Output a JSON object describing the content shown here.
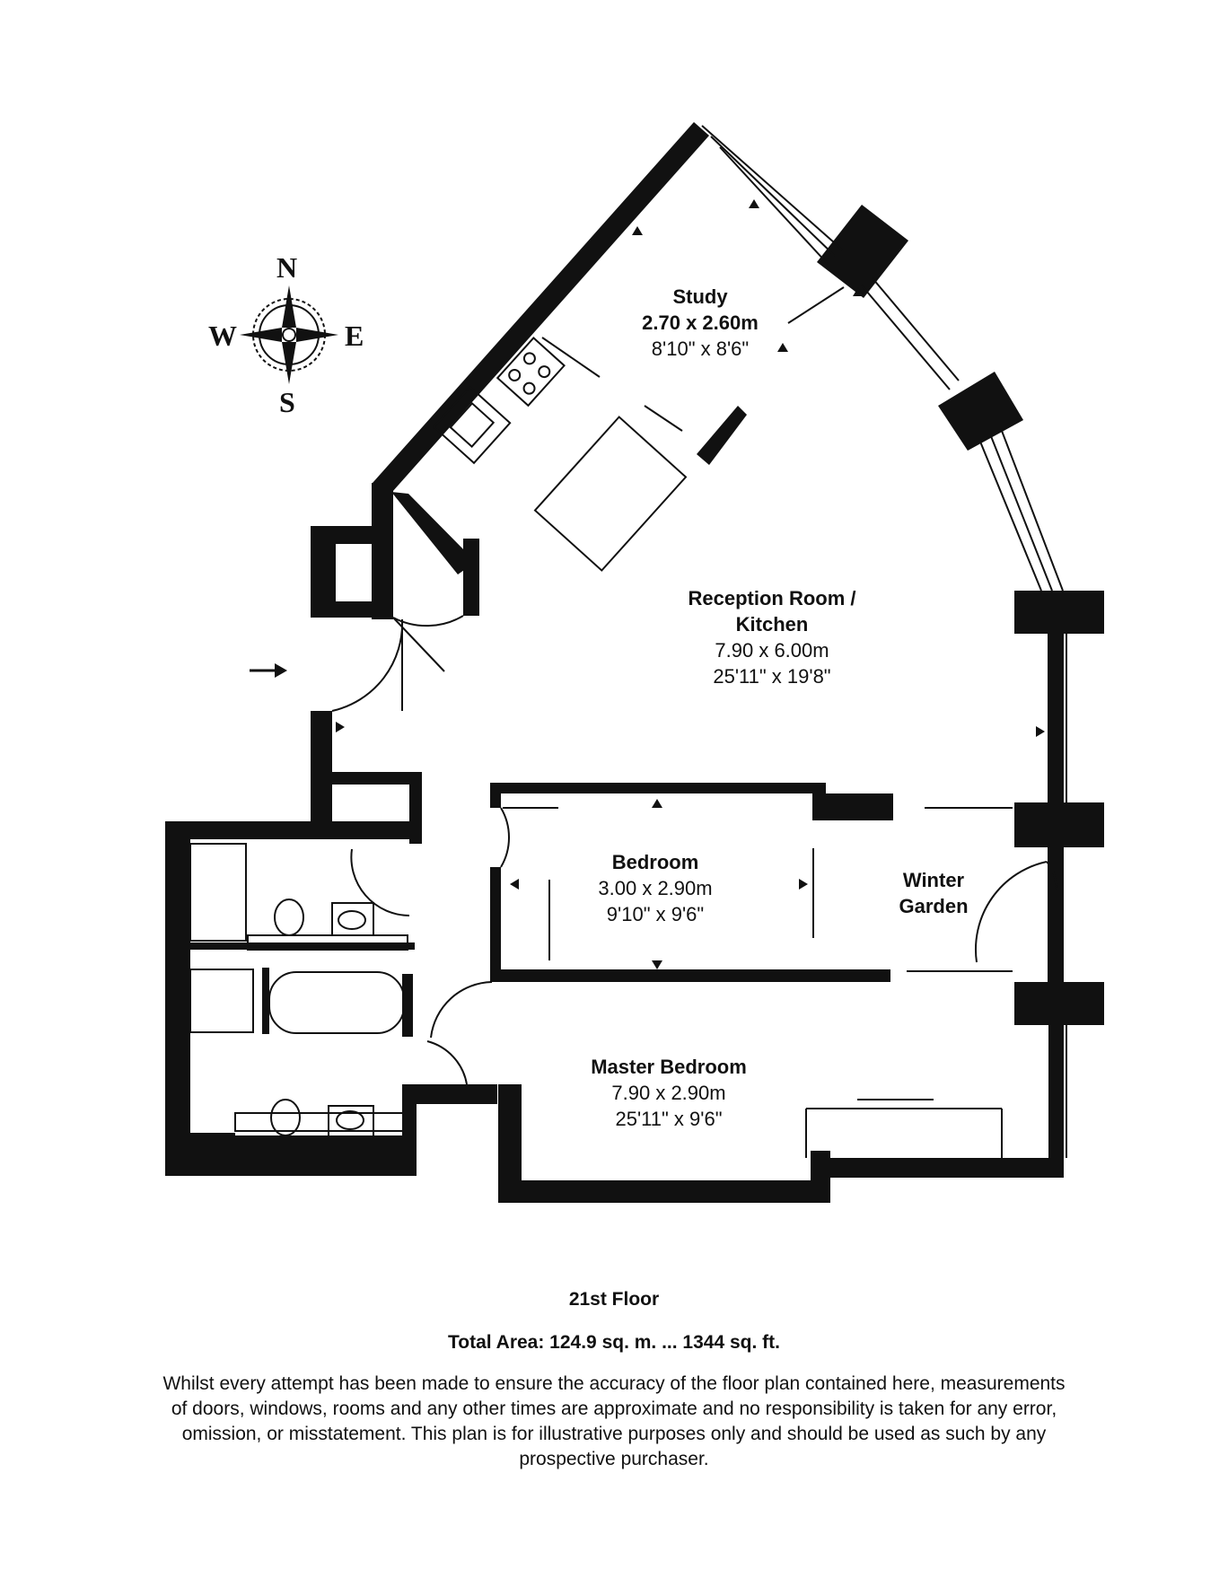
{
  "compass": {
    "north": "N",
    "south": "S",
    "east": "E",
    "west": "W"
  },
  "rooms": {
    "study": {
      "name": "Study",
      "metric": "2.70 x 2.60m",
      "imperial": "8'10\" x 8'6\""
    },
    "reception": {
      "name_line1": "Reception Room /",
      "name_line2": "Kitchen",
      "metric": "7.90 x 6.00m",
      "imperial": "25'11\" x 19'8\""
    },
    "bedroom": {
      "name": "Bedroom",
      "metric": "3.00 x 2.90m",
      "imperial": "9'10\" x 9'6\""
    },
    "winter_garden": {
      "name_line1": "Winter",
      "name_line2": "Garden"
    },
    "master_bedroom": {
      "name": "Master Bedroom",
      "metric": "7.90 x 2.90m",
      "imperial": "25'11\" x 9'6\""
    }
  },
  "footer": {
    "floor": "21st Floor",
    "total_area": "Total Area: 124.9 sq. m. ... 1344 sq. ft.",
    "disclaimer_lines": [
      "Whilst every attempt has been made to ensure the accuracy of the floor plan contained here, measurements",
      "of doors, windows, rooms and any other times are approximate and no responsibility is taken for any error,",
      "omission, or misstatement. This plan is for illustrative purposes only and should be used as such by any",
      "prospective purchaser."
    ]
  }
}
